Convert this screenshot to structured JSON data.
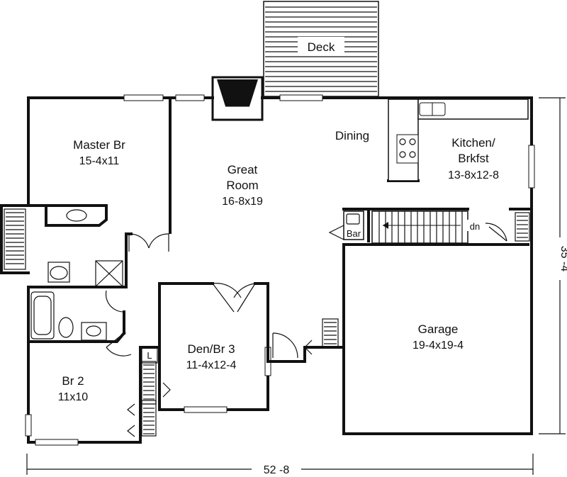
{
  "rooms": {
    "deck": {
      "name": "Deck"
    },
    "master": {
      "name": "Master Br",
      "size": "15-4x11"
    },
    "great": {
      "name1": "Great",
      "name2": "Room",
      "size": "16-8x19"
    },
    "dining": {
      "name": "Dining"
    },
    "kitchen": {
      "name1": "Kitchen/",
      "name2": "Brkfst",
      "size": "13-8x12-8"
    },
    "bar": {
      "name": "Bar"
    },
    "stairs": {
      "name": "dn"
    },
    "garage": {
      "name": "Garage",
      "size": "19-4x19-4"
    },
    "den": {
      "name": "Den/Br 3",
      "size": "11-4x12-4"
    },
    "br2": {
      "name": "Br 2",
      "size": "11x10"
    },
    "linen": {
      "name": "L"
    }
  },
  "dimensions": {
    "width": "52 -8",
    "depth": "35 -4"
  }
}
